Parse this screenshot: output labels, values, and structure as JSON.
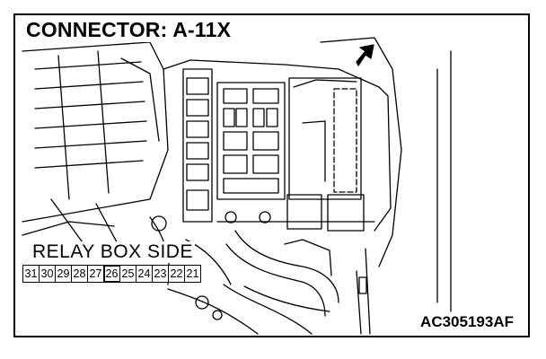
{
  "title": "CONNECTOR: A-11X",
  "relay_box_label": "RELAY BOX SIDE",
  "connector_pins": [
    "31",
    "30",
    "29",
    "28",
    "27",
    "26",
    "25",
    "24",
    "23",
    "22",
    "21"
  ],
  "highlighted_pin": "26",
  "figure_code": "AC305193AF"
}
